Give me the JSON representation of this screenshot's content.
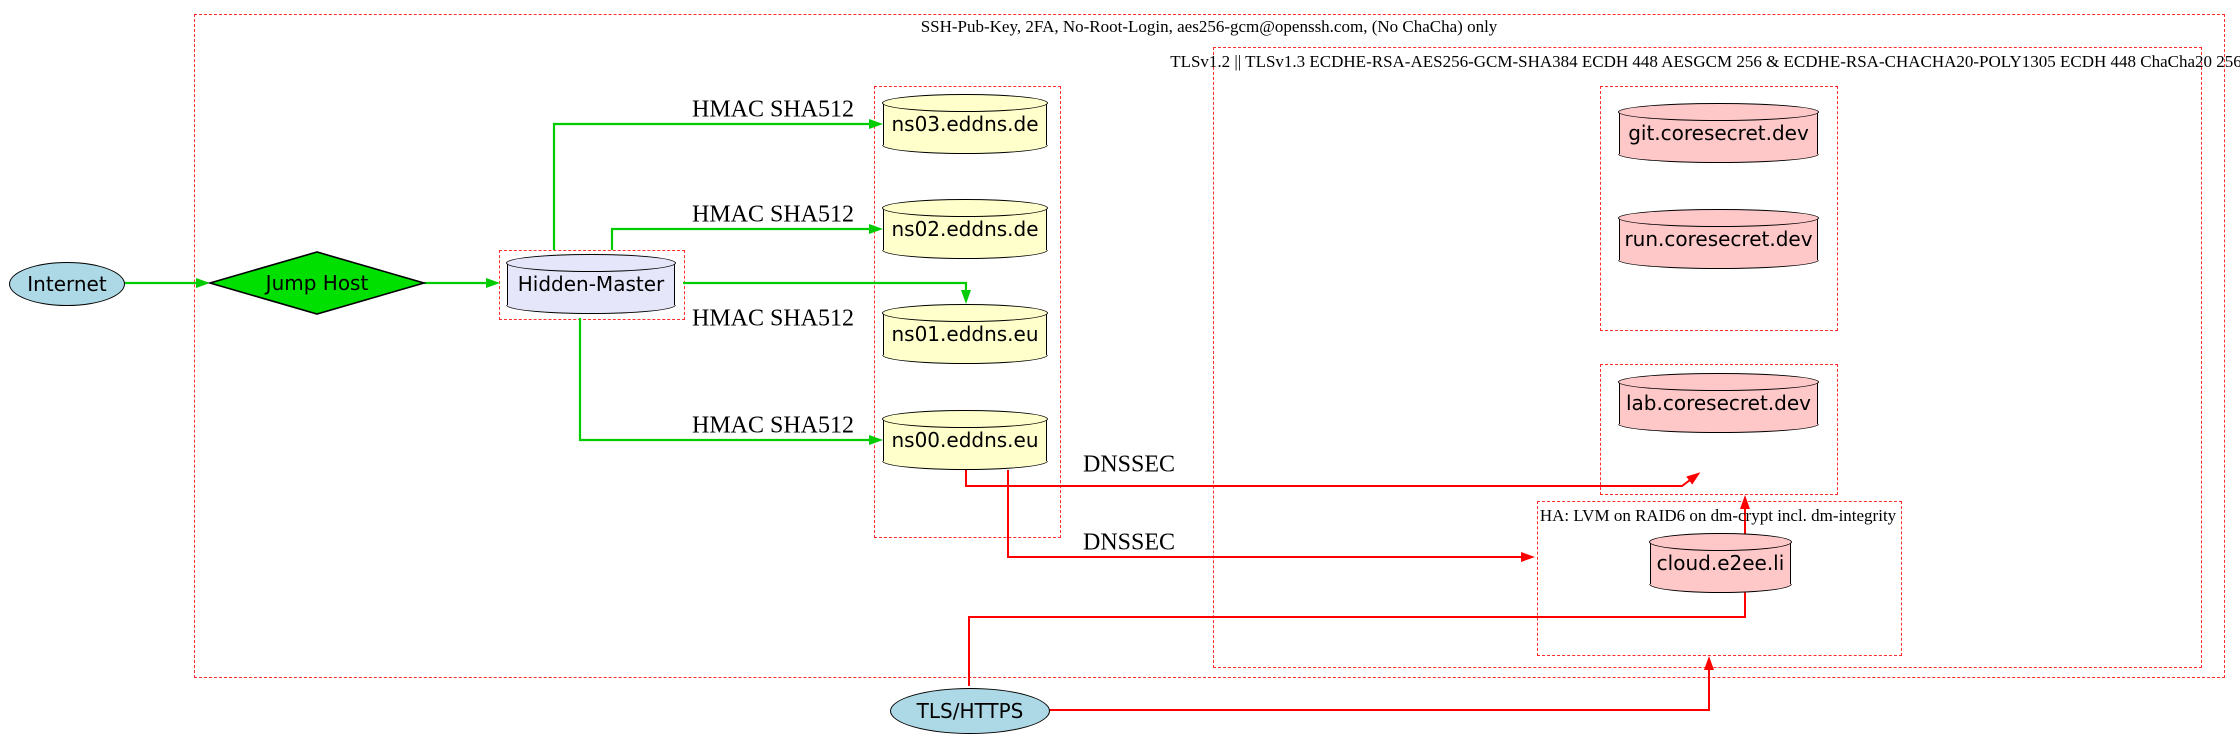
{
  "clusters": {
    "ssh": {
      "label": "SSH-Pub-Key, 2FA, No-Root-Login, aes256-gcm@openssh.com, (No ChaCha) only"
    },
    "tls": {
      "label": "TLSv1.2 || TLSv1.3 ECDHE-RSA-AES256-GCM-SHA384 ECDH 448 AESGCM 256 & ECDHE-RSA-CHACHA20-POLY1305 ECDH 448 ChaCha20 256"
    },
    "ha": {
      "label": "HA: LVM on RAID6 on dm-crypt incl. dm-integrity"
    }
  },
  "nodes": {
    "internet": {
      "label": "Internet",
      "shape": "ellipse",
      "fill": "#add8e6"
    },
    "jump_host": {
      "label": "Jump Host",
      "shape": "diamond",
      "fill": "#00e000"
    },
    "hidden_master": {
      "label": "Hidden-Master",
      "shape": "cylinder",
      "fill": "#e6e6fa"
    },
    "ns03": {
      "label": "ns03.eddns.de",
      "shape": "cylinder",
      "fill": "#ffffcc"
    },
    "ns02": {
      "label": "ns02.eddns.de",
      "shape": "cylinder",
      "fill": "#ffffcc"
    },
    "ns01": {
      "label": "ns01.eddns.eu",
      "shape": "cylinder",
      "fill": "#ffffcc"
    },
    "ns00": {
      "label": "ns00.eddns.eu",
      "shape": "cylinder",
      "fill": "#ffffcc"
    },
    "git": {
      "label": "git.coresecret.dev",
      "shape": "cylinder",
      "fill": "#ffc8c8"
    },
    "run": {
      "label": "run.coresecret.dev",
      "shape": "cylinder",
      "fill": "#ffc8c8"
    },
    "lab": {
      "label": "lab.coresecret.dev",
      "shape": "cylinder",
      "fill": "#ffc8c8"
    },
    "cloud": {
      "label": "cloud.e2ee.li",
      "shape": "cylinder",
      "fill": "#ffc8c8"
    },
    "tls_https": {
      "label": "TLS/HTTPS",
      "shape": "ellipse",
      "fill": "#add8e6"
    }
  },
  "edge_labels": {
    "hmac": [
      "HMAC SHA512",
      "HMAC SHA512",
      "HMAC SHA512",
      "HMAC SHA512"
    ],
    "dnssec": [
      "DNSSEC",
      "DNSSEC"
    ]
  },
  "colors": {
    "cluster_border": "#ff2d2d",
    "secure_shell_edge": "#00cc00",
    "tls_edge": "#ff0000",
    "internet_fill": "#add8e6",
    "jump_host_fill": "#00e000",
    "hidden_master_fill": "#e6e6fa",
    "nameserver_fill": "#ffffcc",
    "service_fill": "#ffc8c8"
  }
}
